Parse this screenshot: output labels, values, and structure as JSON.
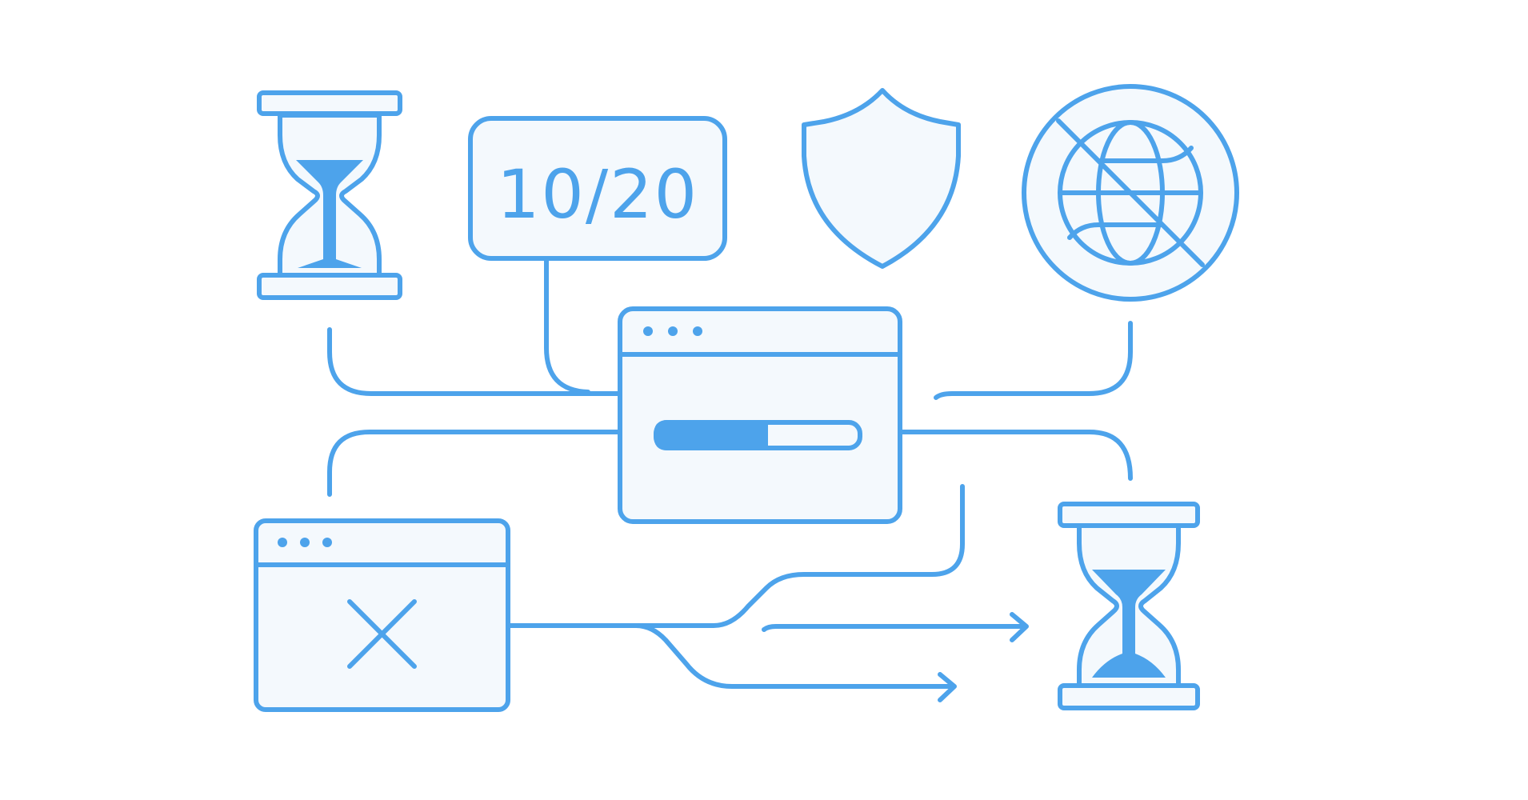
{
  "illustration": {
    "theme": "web request rate limiting / timeout",
    "colors": {
      "stroke": "#4DA3EB",
      "fill": "#F4F9FD",
      "background": "#FFFFFF"
    },
    "nodes": [
      {
        "id": "hourglass-top-left",
        "icon": "hourglass-icon",
        "state": "sand-top"
      },
      {
        "id": "rate-counter",
        "icon": "counter-badge",
        "label": "10/20"
      },
      {
        "id": "shield",
        "icon": "shield-icon"
      },
      {
        "id": "globe-blocked",
        "icon": "globe-blocked-icon"
      },
      {
        "id": "browser-loading",
        "icon": "browser-window-icon",
        "progress_percent": 55
      },
      {
        "id": "browser-error",
        "icon": "browser-error-icon"
      },
      {
        "id": "hourglass-bottom-right",
        "icon": "hourglass-icon",
        "state": "sand-bottom"
      }
    ],
    "arrows": [
      {
        "id": "arrow-upper",
        "direction": "right"
      },
      {
        "id": "arrow-lower",
        "direction": "right"
      }
    ]
  },
  "counter": {
    "text": "10/20"
  },
  "progress": {
    "value": 55
  }
}
